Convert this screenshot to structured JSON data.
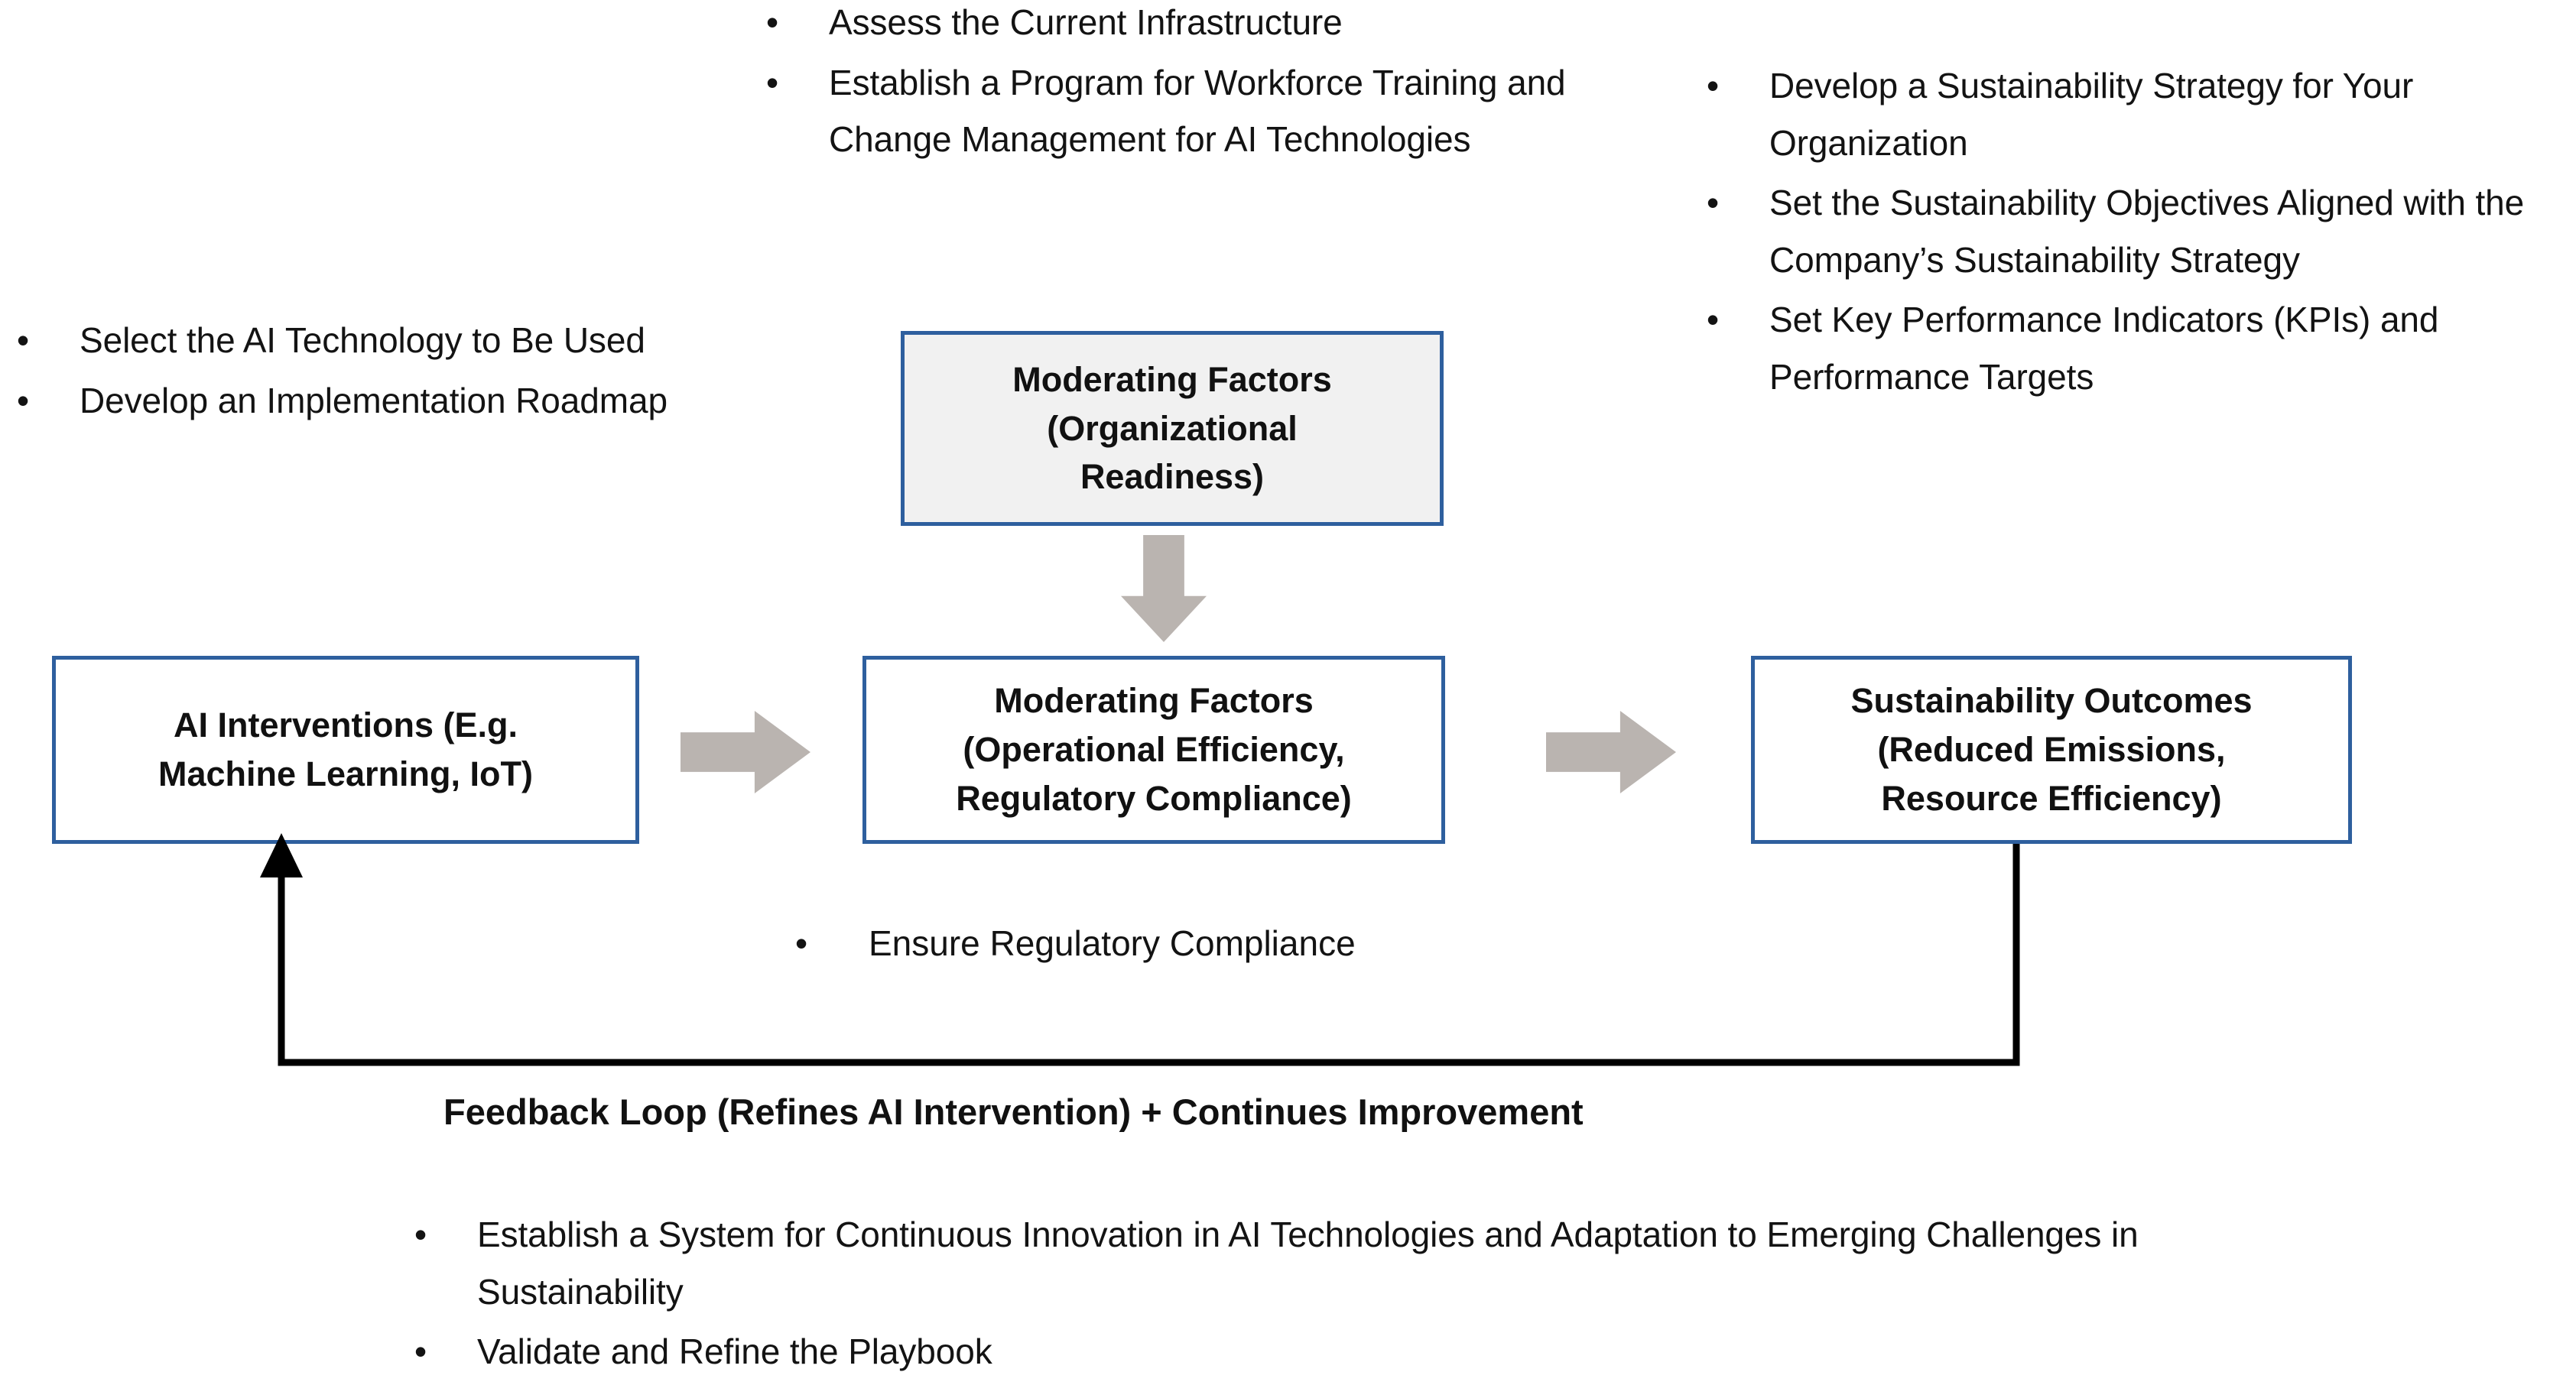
{
  "diagram": {
    "title": "AI Interventions to Sustainability Outcomes Framework",
    "colors": {
      "box_border": "#2E5F9E",
      "box_fill": "#FFFFFF",
      "tinted_box_fill": "#F1F1F1",
      "arrow_gray": "#BAB4B0",
      "loop_line": "#000000",
      "text": "#131313"
    }
  },
  "bullets_left": {
    "bullet_glyph": "•",
    "items": [
      "Select the AI Technology to Be Used",
      "Develop an Implementation Roadmap"
    ]
  },
  "bullets_top_center": {
    "bullet_glyph": "•",
    "items": [
      "Assess the Current Infrastructure",
      "Establish a Program for Workforce Training and Change Management for AI Technologies"
    ]
  },
  "bullets_top_right": {
    "bullet_glyph": "•",
    "items": [
      "Develop a Sustainability Strategy for Your Organization",
      "Set the Sustainability Objectives Aligned with the Company’s Sustainability Strategy",
      "Set Key Performance Indicators (KPIs) and Performance Targets"
    ]
  },
  "bullets_bottom": {
    "bullet_glyph": "•",
    "items": [
      "Establish a System for Continuous Innovation in AI Technologies and Adaptation to Emerging Challenges in Sustainability",
      "Validate and Refine the Playbook"
    ]
  },
  "boxes": {
    "moderating_readiness": "Moderating Factors\n(Organizational\nReadiness)",
    "ai_interventions": "AI Interventions (E.g.\nMachine Learning, IoT)",
    "moderating_operational": "Moderating Factors\n(Operational Efficiency,\nRegulatory Compliance)",
    "sustainability_outcomes": "Sustainability Outcomes\n(Reduced Emissions,\nResource Efficiency)"
  },
  "notes": {
    "regulatory_bullet_glyph": "•",
    "regulatory_compliance": "Ensure Regulatory Compliance",
    "feedback_loop_caption": "Feedback Loop (Refines AI Intervention) + Continues Improvement"
  }
}
